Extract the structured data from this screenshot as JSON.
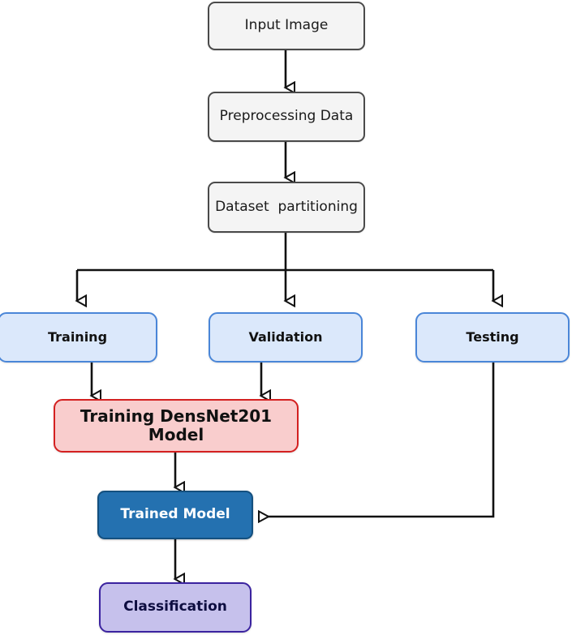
{
  "diagram": {
    "title": "Deep learning classification pipeline flowchart",
    "colors": {
      "gray_fill": "#f4f4f4",
      "gray_border": "#4a4a4a",
      "blue_fill": "#dbe8fb",
      "blue_border": "#4a86d8",
      "pink_fill": "#f9cdcd",
      "pink_border": "#d42020",
      "solid_blue_fill": "#2471b0",
      "solid_blue_border": "#14507f",
      "purple_fill": "#c6c1ec",
      "purple_border": "#3b23a0",
      "edge_stroke": "#111111"
    },
    "nodes": {
      "input_image": "Input Image",
      "preprocessing": "Preprocessing Data",
      "dataset_partitioning": "Dataset  partitioning",
      "training": "Training",
      "validation": "Validation",
      "testing": "Testing",
      "training_model_line1": "Training DensNet201",
      "training_model_line2": "Model",
      "trained_model": "Trained Model",
      "classification": "Classification"
    },
    "edges": [
      {
        "from": "input_image",
        "to": "preprocessing",
        "arrow": "down"
      },
      {
        "from": "preprocessing",
        "to": "dataset_partitioning",
        "arrow": "down"
      },
      {
        "from": "dataset_partitioning",
        "to": "training",
        "arrow": "down"
      },
      {
        "from": "dataset_partitioning",
        "to": "validation",
        "arrow": "down"
      },
      {
        "from": "dataset_partitioning",
        "to": "testing",
        "arrow": "down"
      },
      {
        "from": "training",
        "to": "training_model",
        "arrow": "down"
      },
      {
        "from": "validation",
        "to": "training_model",
        "arrow": "down"
      },
      {
        "from": "training_model",
        "to": "trained_model",
        "arrow": "down"
      },
      {
        "from": "testing",
        "to": "trained_model",
        "arrow": "left"
      },
      {
        "from": "trained_model",
        "to": "classification",
        "arrow": "down"
      }
    ]
  }
}
